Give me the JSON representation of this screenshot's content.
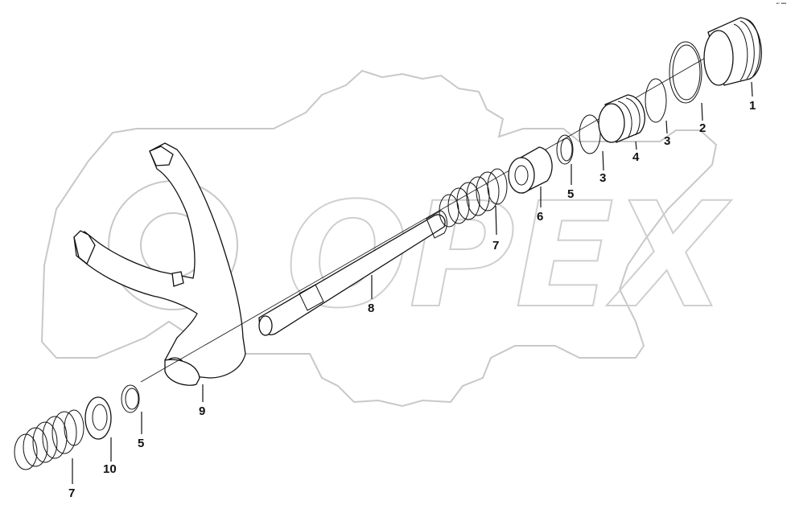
{
  "watermark": {
    "text": "OPEX"
  },
  "corner_mark": "▪▫ ▪▪▪",
  "callouts": {
    "c1": "1",
    "c2": "2",
    "c3a": "3",
    "c3b": "3",
    "c4": "4",
    "c5a": "5",
    "c5b": "5",
    "c6": "6",
    "c7a": "7",
    "c7b": "7",
    "c8": "8",
    "c9": "9",
    "c10": "10"
  }
}
